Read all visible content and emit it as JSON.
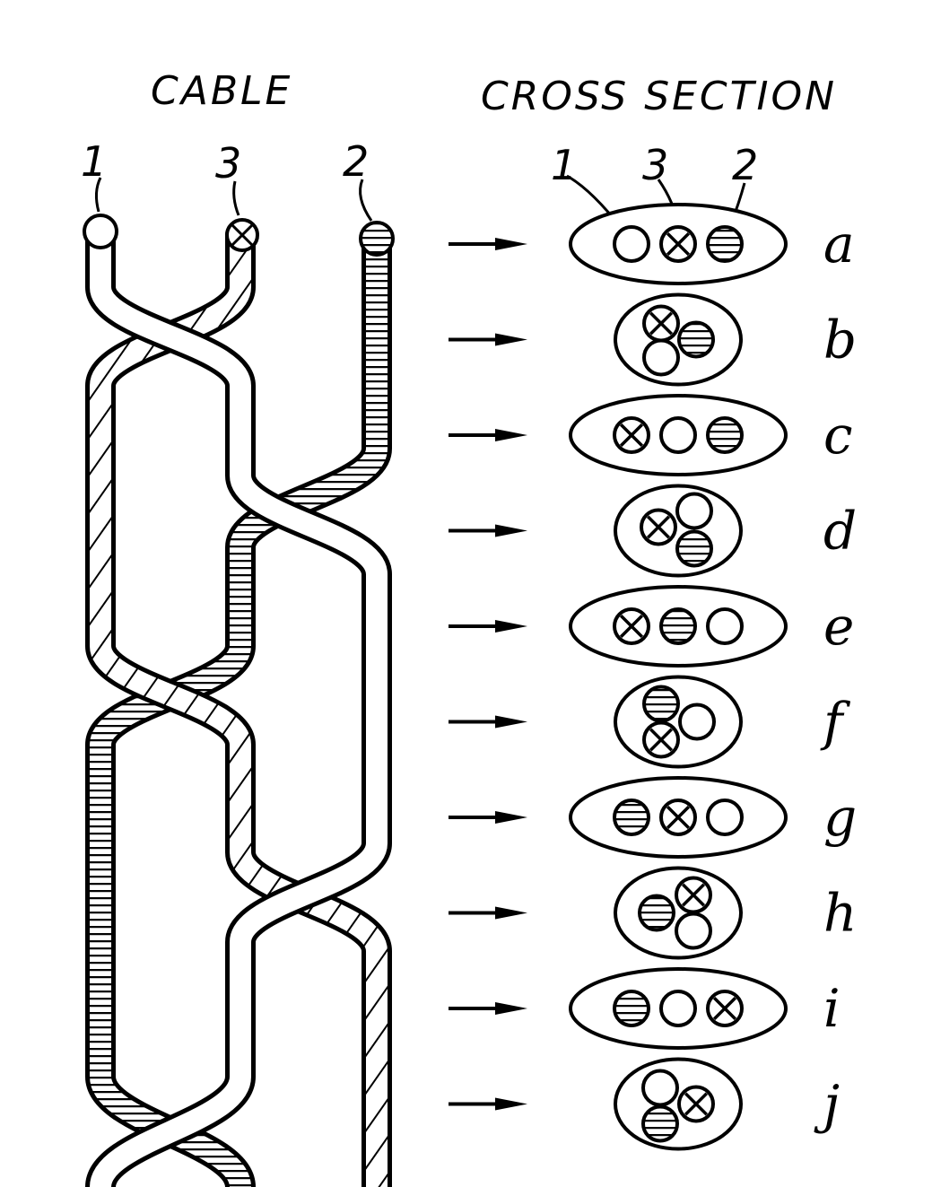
{
  "headings": {
    "cable": "CABLE",
    "cross_section": "CROSS SECTION"
  },
  "cable_labels": [
    "1",
    "3",
    "2"
  ],
  "section_labels": [
    "1",
    "3",
    "2"
  ],
  "rows": [
    {
      "letter": "a",
      "shape": "wide",
      "layout": "row",
      "order": [
        "plain",
        "cross",
        "striped"
      ]
    },
    {
      "letter": "b",
      "shape": "round",
      "layout": "cluster",
      "order": [
        "cross",
        "plain",
        "striped"
      ]
    },
    {
      "letter": "c",
      "shape": "wide",
      "layout": "row",
      "order": [
        "cross",
        "plain",
        "striped"
      ]
    },
    {
      "letter": "d",
      "shape": "round",
      "layout": "cluster",
      "order": [
        "cross",
        "plain",
        "striped"
      ]
    },
    {
      "letter": "e",
      "shape": "wide",
      "layout": "row",
      "order": [
        "cross",
        "striped",
        "plain"
      ]
    },
    {
      "letter": "f",
      "shape": "round",
      "layout": "cluster",
      "order": [
        "striped",
        "cross",
        "plain"
      ]
    },
    {
      "letter": "g",
      "shape": "wide",
      "layout": "row",
      "order": [
        "striped",
        "cross",
        "plain"
      ]
    },
    {
      "letter": "h",
      "shape": "round",
      "layout": "cluster",
      "order": [
        "striped",
        "cross",
        "plain"
      ]
    },
    {
      "letter": "i",
      "shape": "wide",
      "layout": "row",
      "order": [
        "striped",
        "plain",
        "cross"
      ]
    },
    {
      "letter": "j",
      "shape": "round",
      "layout": "cluster",
      "order": [
        "plain",
        "striped",
        "cross"
      ]
    }
  ]
}
